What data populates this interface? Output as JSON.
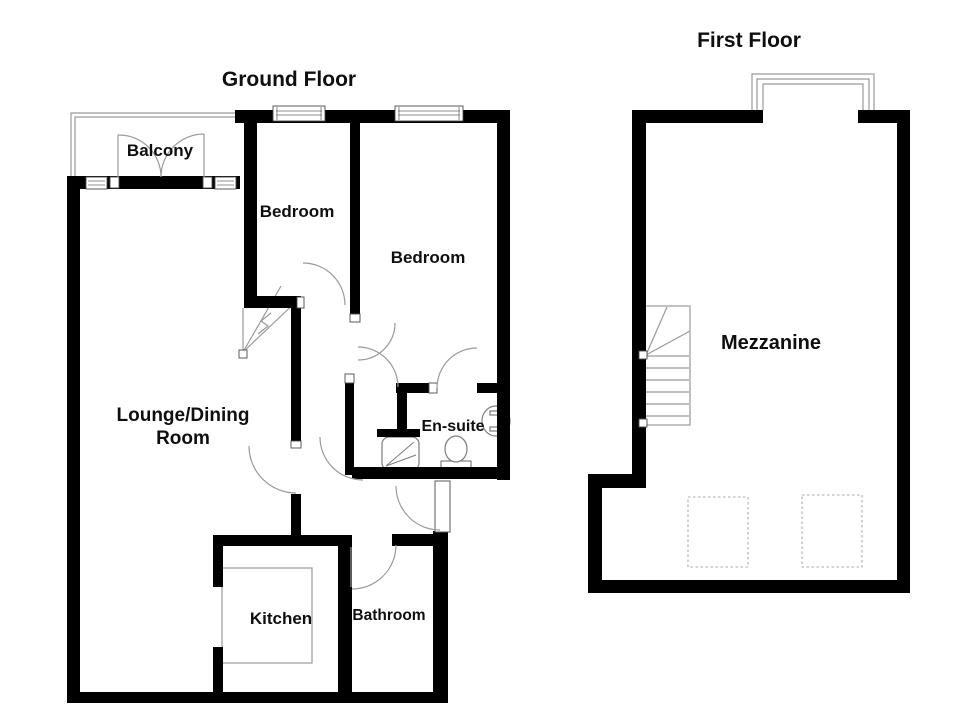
{
  "colors": {
    "bg": "#ffffff",
    "wall": "#000000",
    "thin": "#9a9a9a",
    "fixture": "#7d7d7d",
    "dash": "#ababab",
    "text": "#0f0f0f"
  },
  "ground_floor": {
    "title": "Ground Floor",
    "labels": {
      "balcony": "Balcony",
      "bedroom_left": "Bedroom",
      "bedroom_right": "Bedroom",
      "lounge_line1": "Lounge/Dining",
      "lounge_line2": "Room",
      "ensuite": "En-suite",
      "kitchen": "Kitchen",
      "bathroom": "Bathroom"
    }
  },
  "first_floor": {
    "title": "First Floor",
    "labels": {
      "mezzanine": "Mezzanine"
    }
  }
}
